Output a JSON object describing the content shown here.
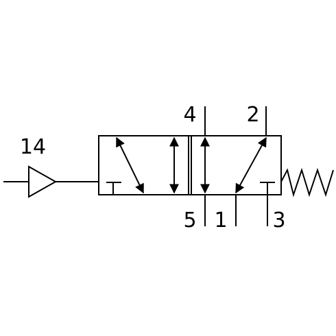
{
  "valve": {
    "pilot_port": "14",
    "ports": {
      "p4": "4",
      "p2": "2",
      "p5": "5",
      "p1": "1",
      "p3": "3"
    }
  },
  "colors": {
    "line": "#000000",
    "background": "#ffffff"
  },
  "icons": {
    "pilot": "pilot-triangle-icon",
    "spring": "spring-return-icon",
    "exhaust": "blocked-port-icon"
  }
}
